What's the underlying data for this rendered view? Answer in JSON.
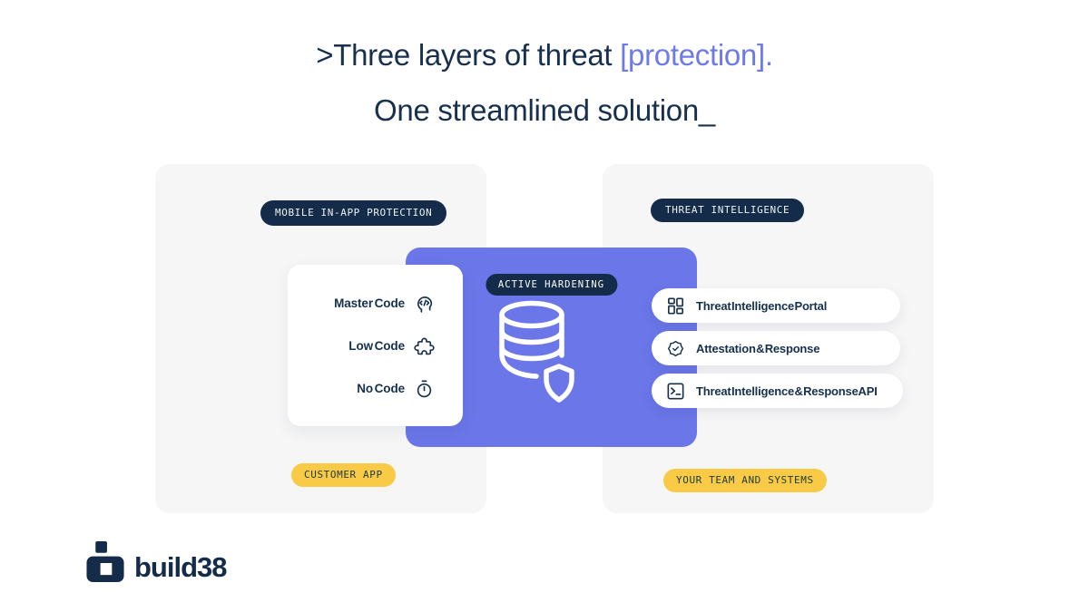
{
  "title": {
    "line1_text": ">Three layers of threat ",
    "line1_highlight": "[protection].",
    "line2": "One streamlined solution_",
    "text_color": "#16304d",
    "highlight_color": "#6d7ae8"
  },
  "left_panel": {
    "badge": "MOBILE IN-APP PROTECTION",
    "card": {
      "items": [
        {
          "label": "Master Code",
          "icon": "head-code-icon"
        },
        {
          "label": "Low Code",
          "icon": "puzzle-icon"
        },
        {
          "label": "No Code",
          "icon": "timer-icon"
        }
      ]
    },
    "footer_badge": "CUSTOMER APP"
  },
  "center_box": {
    "badge": "ACTIVE HARDENING",
    "icon": "database-shield-icon",
    "color": "#6b76e8"
  },
  "right_panel": {
    "badge": "THREAT INTELLIGENCE",
    "pills": [
      {
        "label": "Threat Intelligence Portal",
        "icon": "dashboard-grid-icon"
      },
      {
        "label": "Attestation & Response",
        "icon": "seal-check-icon"
      },
      {
        "label": "Threat Intelligence & Response API",
        "icon": "terminal-icon"
      }
    ],
    "footer_badge": "YOUR TEAM AND SYSTEMS"
  },
  "branding": {
    "logo_text": "build38"
  },
  "colors": {
    "navy": "#142c4a",
    "purple": "#6b76e8",
    "yellow": "#f9ca45",
    "panel_gray": "#f6f6f7"
  }
}
